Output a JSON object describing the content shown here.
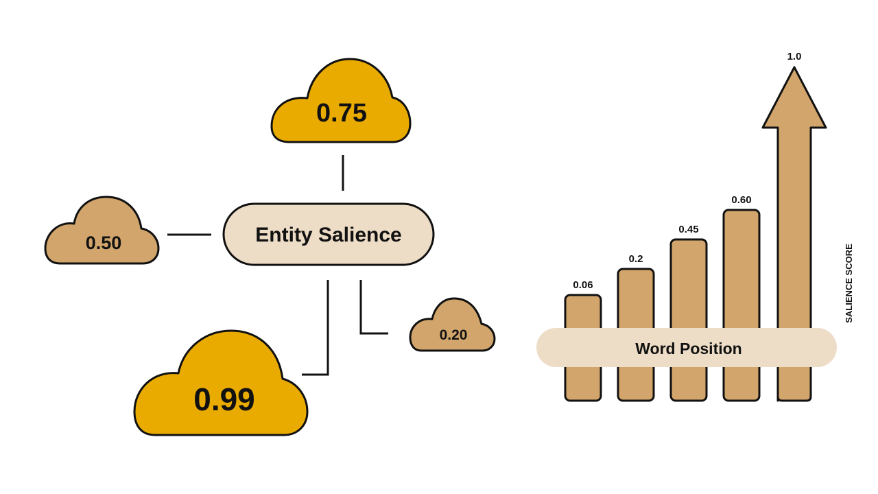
{
  "colors": {
    "gold": "#EAAB00",
    "tan": "#D2A56C",
    "cream": "#EDDCC6",
    "outline": "#111111",
    "background": "#FFFFFF"
  },
  "diagram": {
    "center_label": "Entity Salience",
    "clouds": [
      {
        "id": "top",
        "label": "0.75",
        "color": "gold"
      },
      {
        "id": "left",
        "label": "0.50",
        "color": "tan"
      },
      {
        "id": "bottom",
        "label": "0.99",
        "color": "gold"
      },
      {
        "id": "right",
        "label": "0.20",
        "color": "tan"
      }
    ]
  },
  "chart_data": {
    "type": "bar",
    "categories": [
      "",
      "",
      "",
      "",
      ""
    ],
    "values": [
      0.06,
      0.2,
      0.45,
      0.6,
      1.0
    ],
    "value_labels": [
      "0.06",
      "0.2",
      "0.45",
      "0.60",
      "1.0"
    ],
    "xlabel": "Word Position",
    "ylabel": "SALIENCE SCORE",
    "title": "",
    "last_bar_is_arrow": true,
    "bar_color": "#D2A56C",
    "grid": false
  }
}
